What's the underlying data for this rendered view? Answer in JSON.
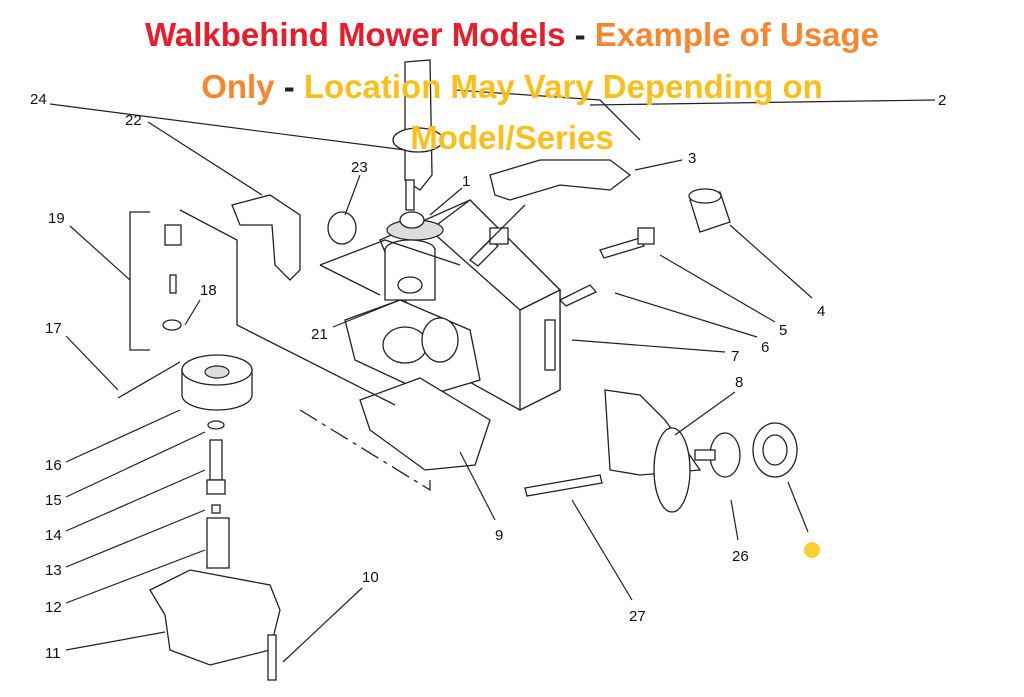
{
  "title": {
    "part1": "Walkbehind Mower Models",
    "sep1": " - ",
    "part2": "Example of Usage",
    "part3": "Only",
    "sep2": " - ",
    "part4": "Location May Vary Depending on",
    "part5": "Model/Series"
  },
  "colors": {
    "red": "#ea1c2a",
    "orange": "#f7862f",
    "yellow": "#fcbf1a"
  },
  "callouts": [
    "1",
    "2",
    "3",
    "4",
    "5",
    "6",
    "7",
    "8",
    "9",
    "10",
    "11",
    "12",
    "13",
    "14",
    "15",
    "16",
    "17",
    "18",
    "19",
    "21",
    "22",
    "23",
    "24",
    "26",
    "27"
  ],
  "callout_25_marker": "yellow-dot"
}
